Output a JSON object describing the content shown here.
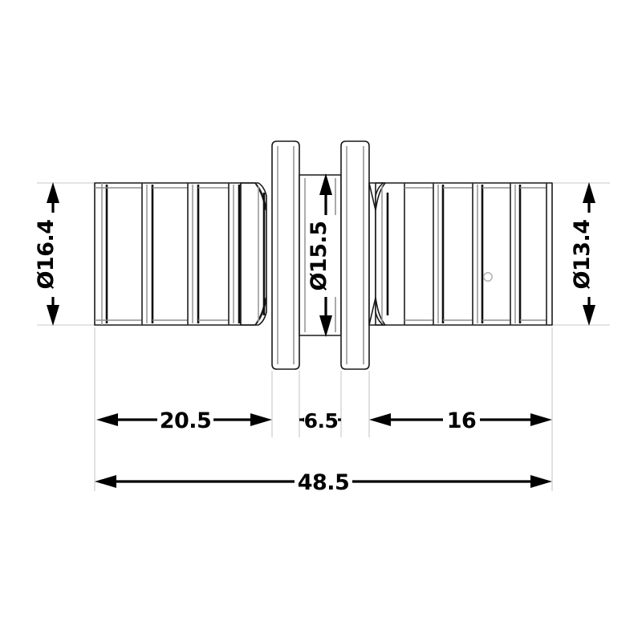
{
  "drawing": {
    "title": "Barbed pipe coupling technical drawing",
    "units": "mm",
    "background_color": "#ffffff",
    "line_color": "#1a1a1a",
    "dimension_color": "#000000",
    "extension_line_color": "#c8c8c8"
  },
  "dimensions": {
    "diameter_left": {
      "label": "Ø16.4",
      "value": 16.4,
      "symbol": "Ø",
      "orientation": "vertical",
      "position": "left"
    },
    "diameter_center": {
      "label": "Ø15.5",
      "value": 15.5,
      "symbol": "Ø",
      "orientation": "vertical",
      "position": "center"
    },
    "diameter_right": {
      "label": "Ø13.4",
      "value": 13.4,
      "symbol": "Ø",
      "orientation": "vertical",
      "position": "right"
    },
    "length_left": {
      "label": "20.5",
      "value": 20.5,
      "orientation": "horizontal",
      "position": "lower-left"
    },
    "length_center": {
      "label": "6.5",
      "value": 6.5,
      "orientation": "horizontal",
      "position": "lower-center"
    },
    "length_right": {
      "label": "16",
      "value": 16,
      "orientation": "horizontal",
      "position": "lower-right"
    },
    "length_overall": {
      "label": "48.5",
      "value": 48.5,
      "orientation": "horizontal",
      "position": "bottom"
    }
  },
  "part": {
    "name": "double-barb-coupling",
    "sections": [
      {
        "name": "left-barb-section",
        "barb_count": 5
      },
      {
        "name": "center-flange-pair",
        "flange_count": 2
      },
      {
        "name": "right-barb-section",
        "barb_count": 5
      }
    ],
    "features": [
      {
        "name": "center-groove"
      },
      {
        "name": "side-hole"
      }
    ]
  }
}
